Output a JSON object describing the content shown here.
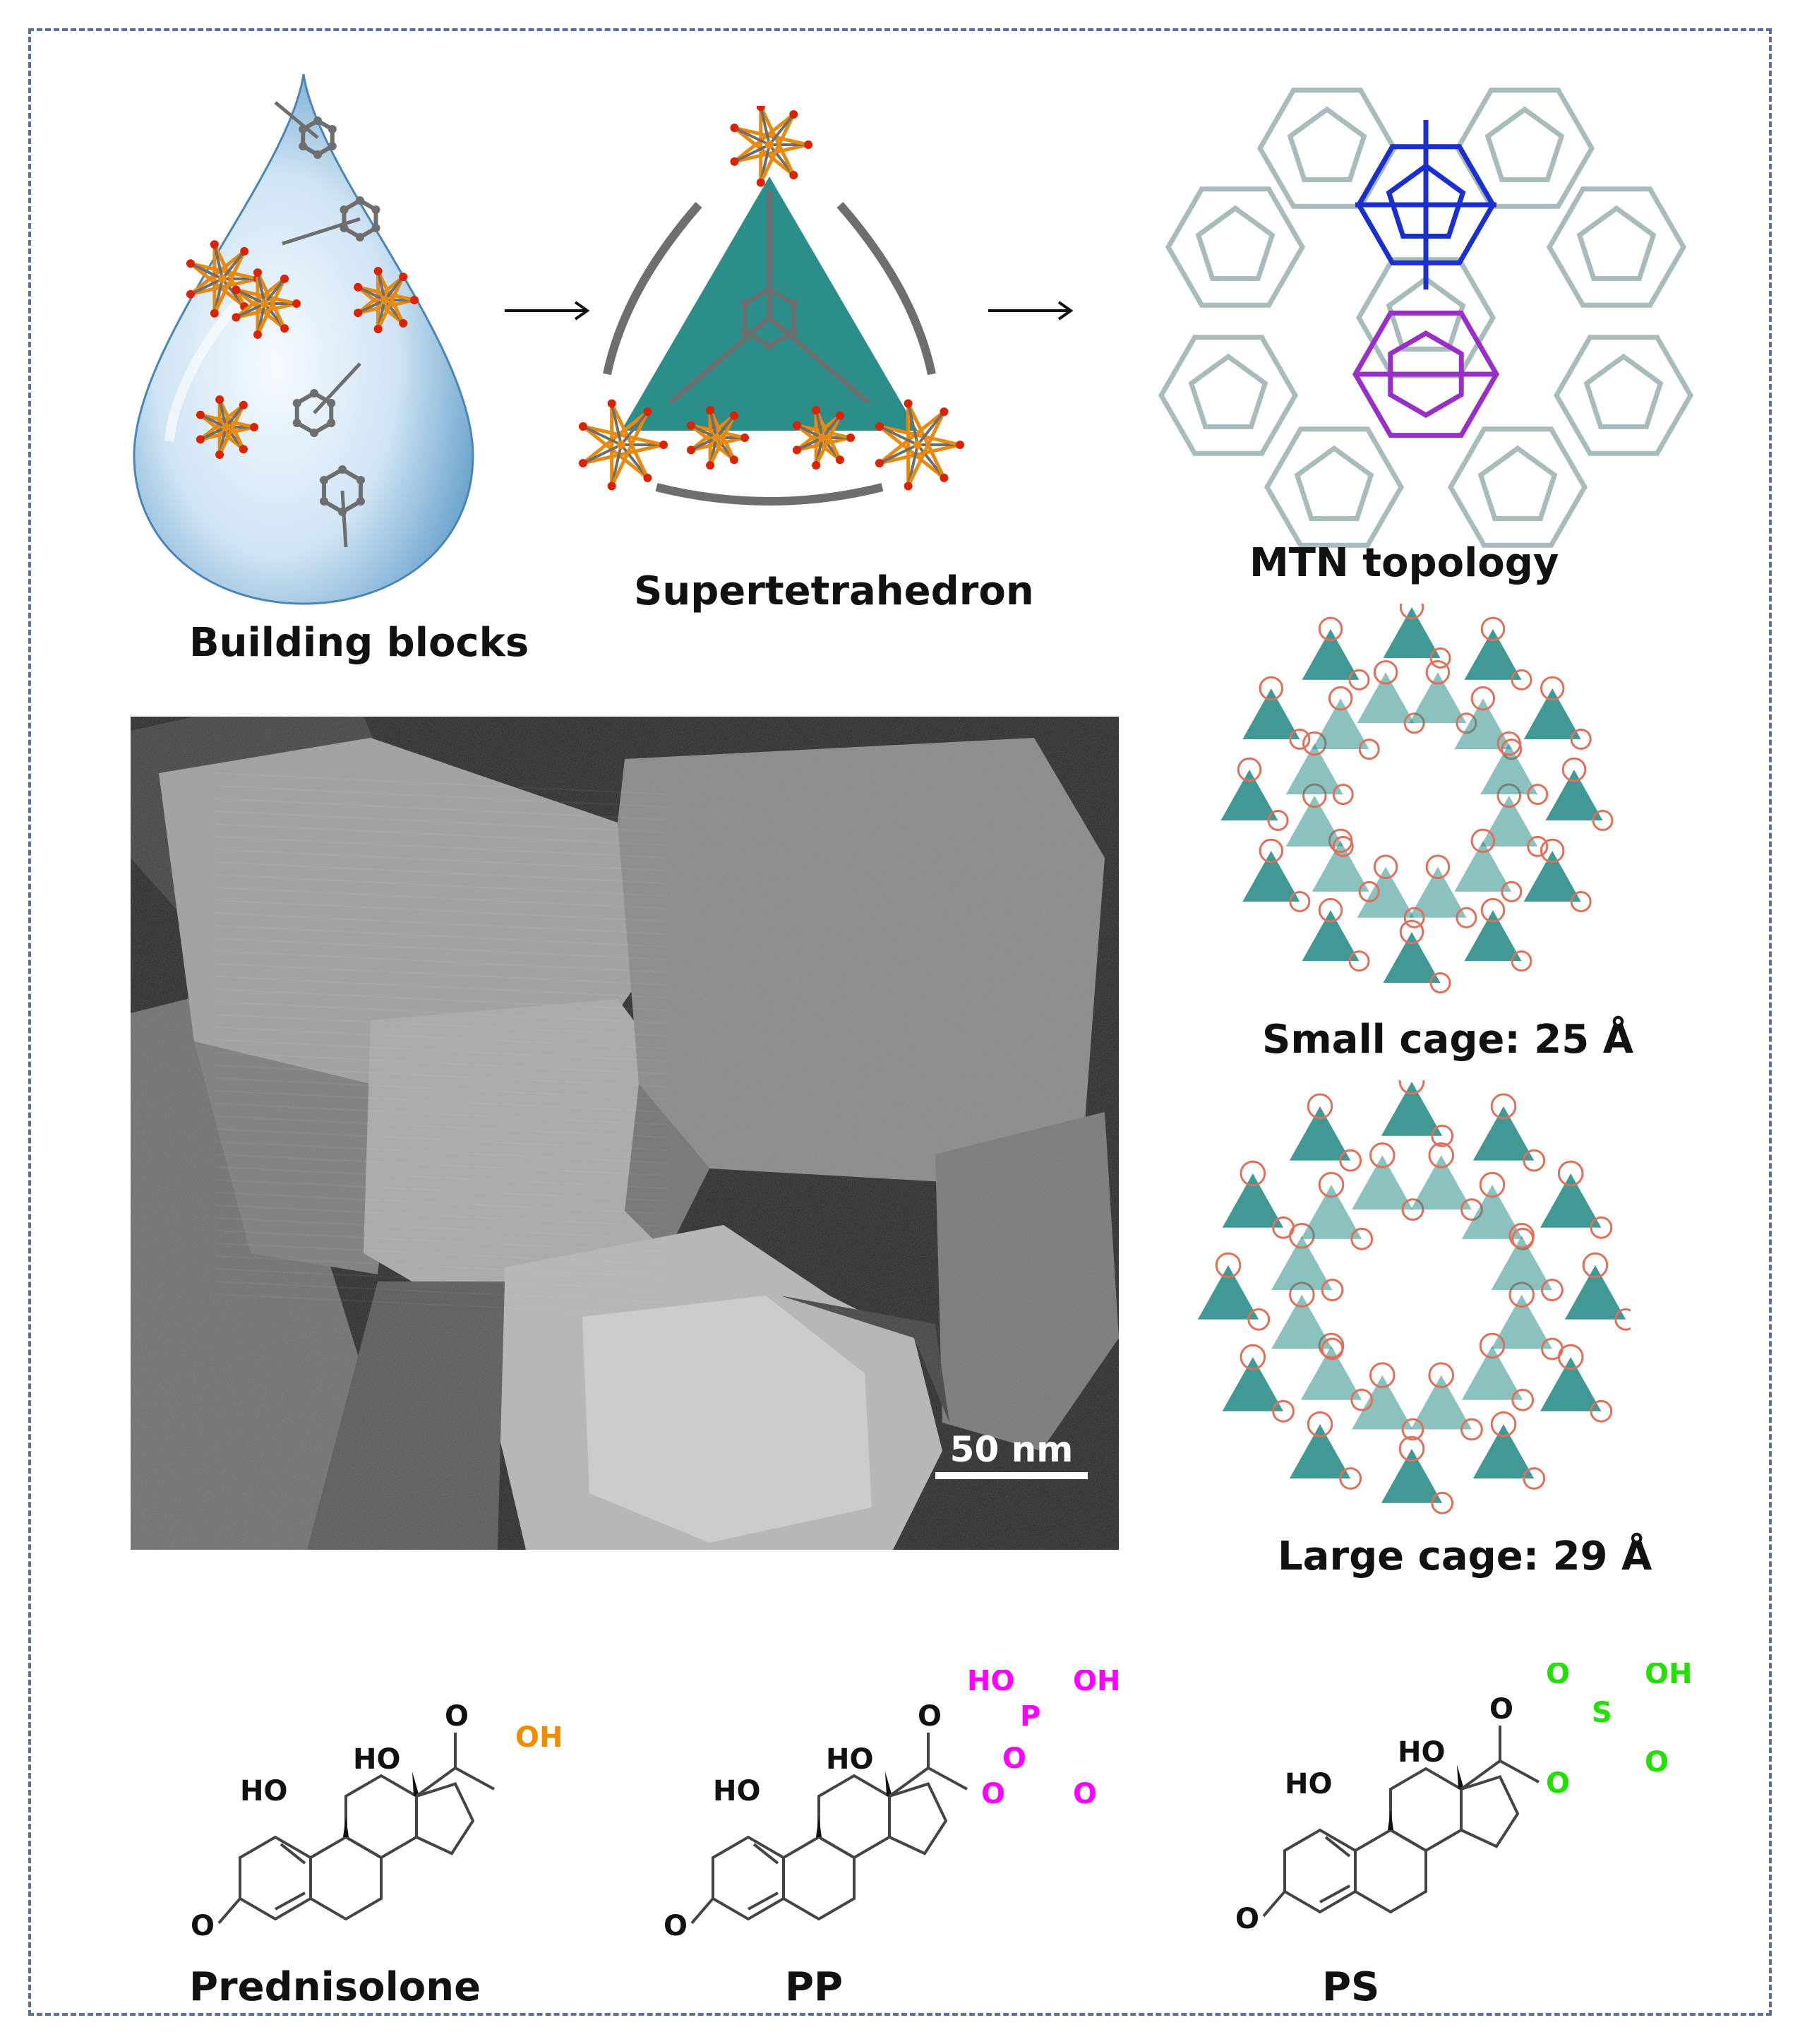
{
  "panels": {
    "building_blocks": {
      "label": "Building blocks"
    },
    "supertetrahedron": {
      "label": "Supertetrahedron"
    },
    "mtn_topology": {
      "label": "MTN topology"
    },
    "small_cage": {
      "label": "Small cage: 25 Å"
    },
    "large_cage": {
      "label": "Large cage: 29 Å"
    },
    "micrograph": {
      "scale_bar": "50 nm"
    }
  },
  "molecules": [
    {
      "name": "Prednisolone",
      "group": [
        "OH"
      ],
      "group_color": "#f08c00"
    },
    {
      "name": "PP",
      "group": [
        "HO",
        "OH",
        "P",
        "O",
        "O",
        "O"
      ],
      "group_color": "#ff00ff"
    },
    {
      "name": "PS",
      "group": [
        "O",
        "OH",
        "S",
        "O",
        "O"
      ],
      "group_color": "#22e000"
    }
  ],
  "common_labels": {
    "ho": "HO",
    "o": "O"
  },
  "colors": {
    "frame": "#5a6f96",
    "teal": "#2b8e8a",
    "iron": "#e88a10",
    "oxygen": "#dd2200",
    "carbon": "#6e6e6e",
    "blue_cage": "#1a2fd0",
    "purple_cage": "#9a2fc8",
    "gray_net": "#a9bcbc"
  }
}
